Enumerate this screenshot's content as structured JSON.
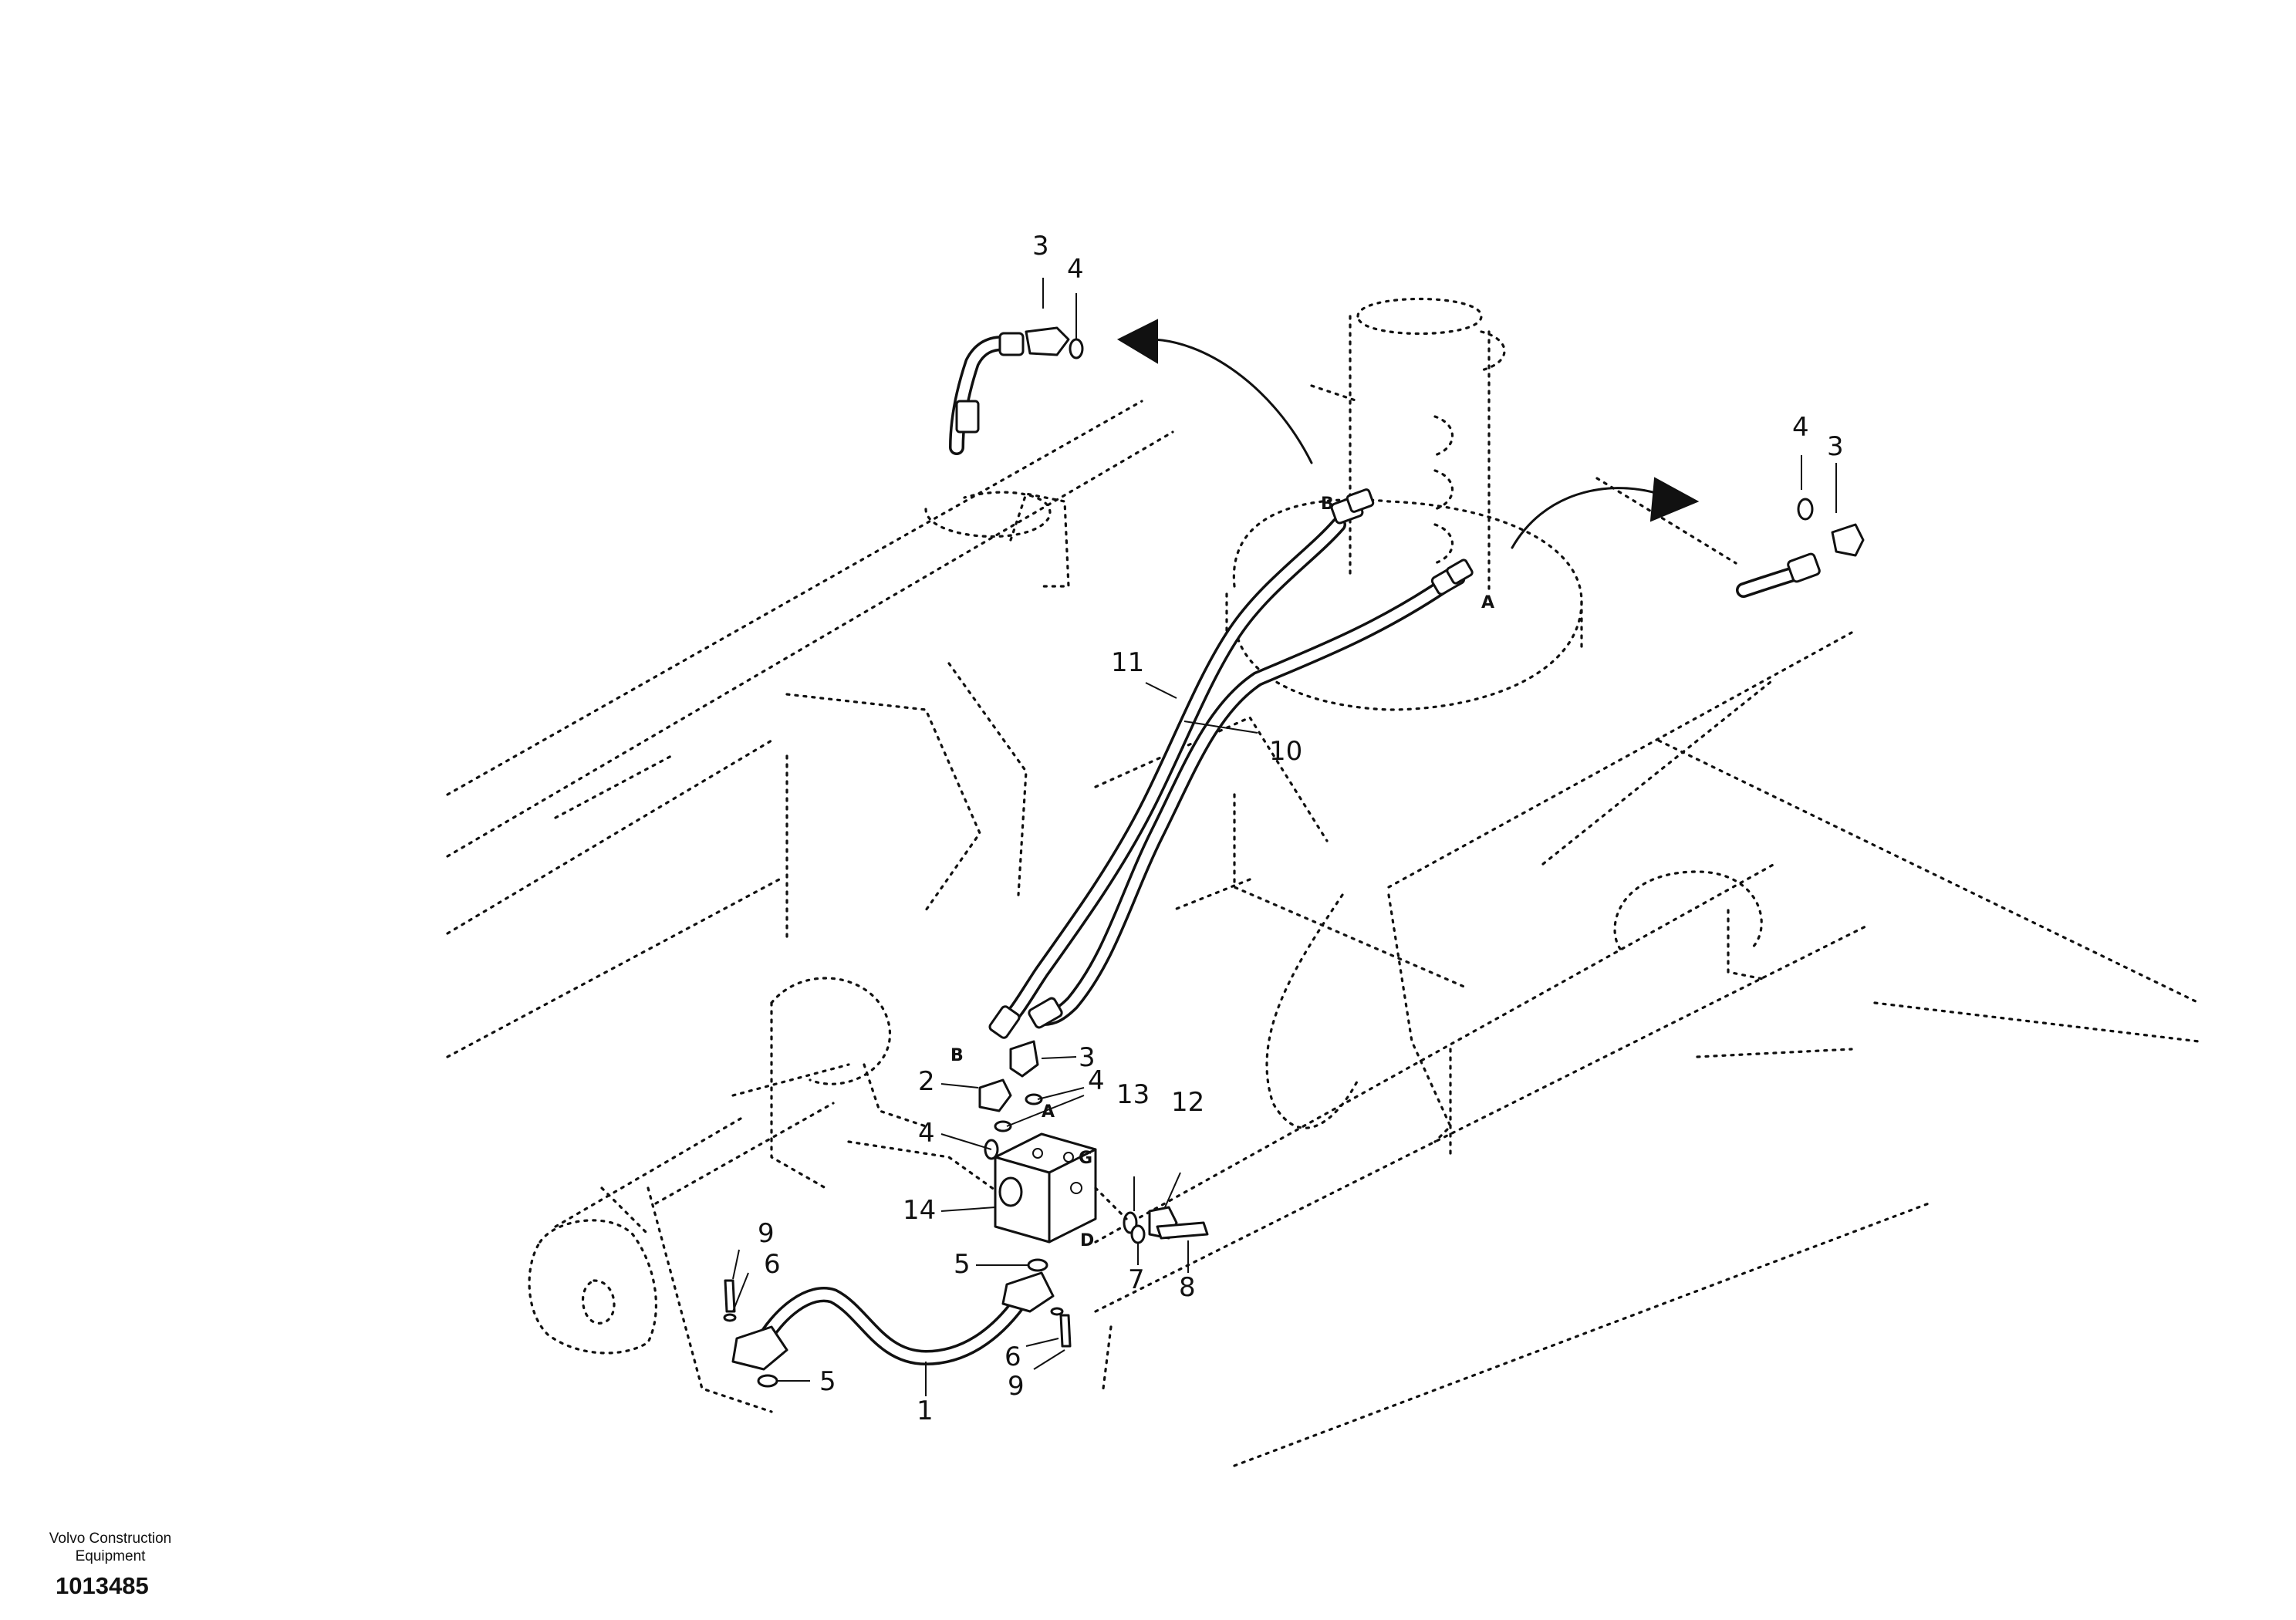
{
  "footer": {
    "brand_line1": "Volvo Construction",
    "brand_line2": "Equipment",
    "doc_number": "1013485"
  },
  "callouts": {
    "c1": "1",
    "c2": "2",
    "c3_top": "3",
    "c3_right": "3",
    "c3_mid": "3",
    "c4_top": "4",
    "c4_right": "4",
    "c4_mid": "4",
    "c4_left": "4",
    "c5_mid": "5",
    "c5_low": "5",
    "c6_left": "6",
    "c6_right": "6",
    "c7": "7",
    "c8": "8",
    "c9_left": "9",
    "c9_right": "9",
    "c10": "10",
    "c11": "11",
    "c12": "12",
    "c13": "13",
    "c14": "14"
  },
  "ports": {
    "swivel_b": "B",
    "swivel_a": "A",
    "block_b": "B",
    "block_a": "A",
    "block_g": "G",
    "block_d": "D"
  }
}
